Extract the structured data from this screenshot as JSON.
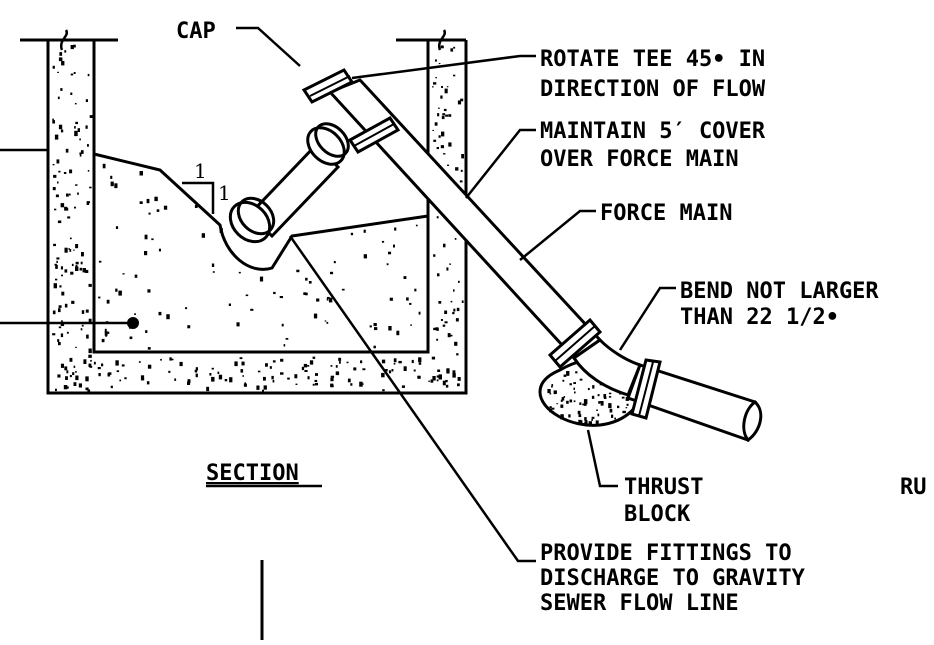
{
  "title": "SECTION",
  "colors": {
    "line": "#000000",
    "fill": "#ffffff",
    "speckle": "#000000"
  },
  "labels": {
    "cap": "CAP",
    "rotate_tee": [
      "ROTATE TEE 45•  IN",
      "DIRECTION OF FLOW"
    ],
    "maintain_cover": [
      "MAINTAIN 5′  COVER",
      "OVER FORCE MAIN"
    ],
    "force_main": "FORCE MAIN",
    "bend": [
      "BEND NOT LARGER",
      "THAN 22 1/2•"
    ],
    "thrust_block": [
      "THRUST",
      "BLOCK"
    ],
    "fittings": [
      "PROVIDE FITTINGS TO",
      "DISCHARGE TO GRAVITY",
      "SEWER FLOW LINE"
    ],
    "slope_rise": "1",
    "slope_run": "1",
    "clipped_right": "RU"
  }
}
